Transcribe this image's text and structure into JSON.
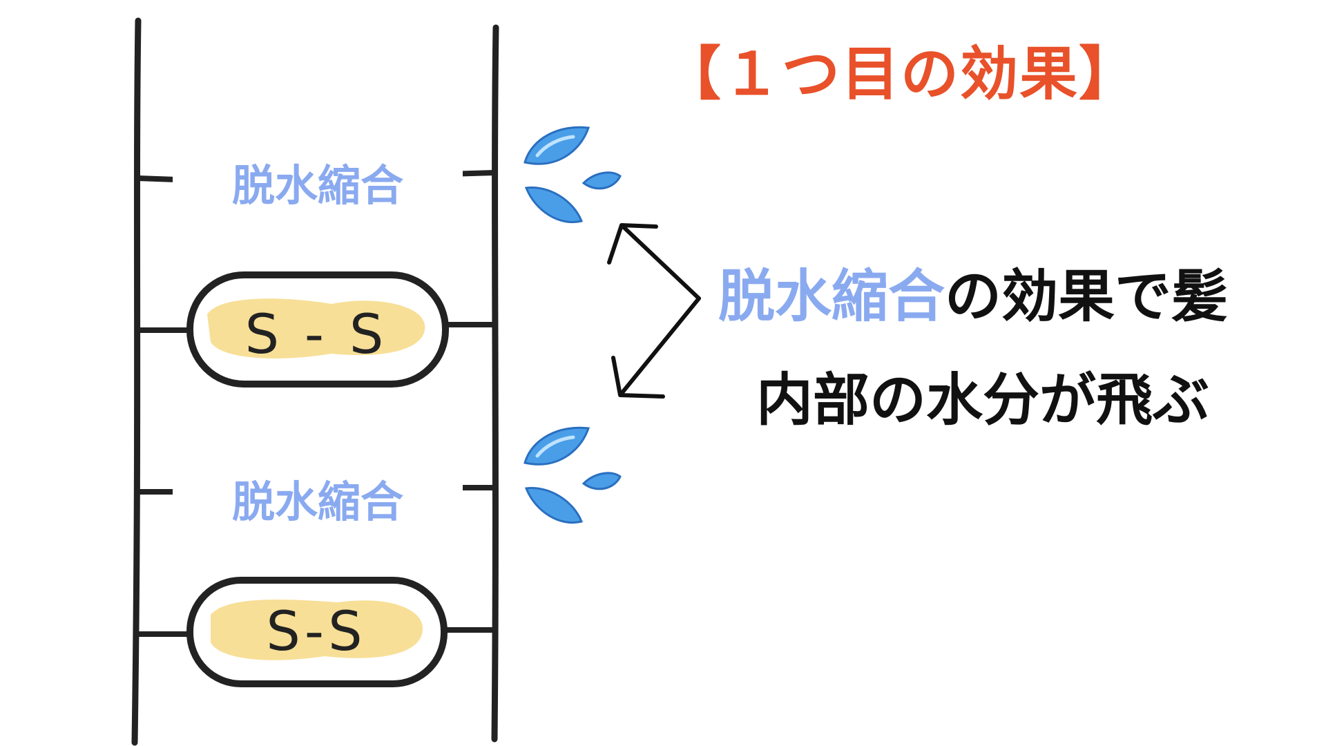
{
  "heading": "【１つ目の効果】",
  "bond_labels": [
    "脱水縮合",
    "脱水縮合"
  ],
  "ss_labels": [
    "S - S",
    "S-S"
  ],
  "explanation": {
    "line1_highlight": "脱水縮合",
    "line1_rest": "の効果で髪",
    "line2": "内部の水分が飛ぶ"
  },
  "colors": {
    "heading": "#e8512a",
    "highlight": "#8aaaf0",
    "body_text": "#111111",
    "ss_fill": "#f6dc8c",
    "droplet": "#4a9ee8",
    "line": "#222222"
  },
  "icons": [
    "sweat-droplets-icon",
    "sweat-droplets-icon"
  ]
}
